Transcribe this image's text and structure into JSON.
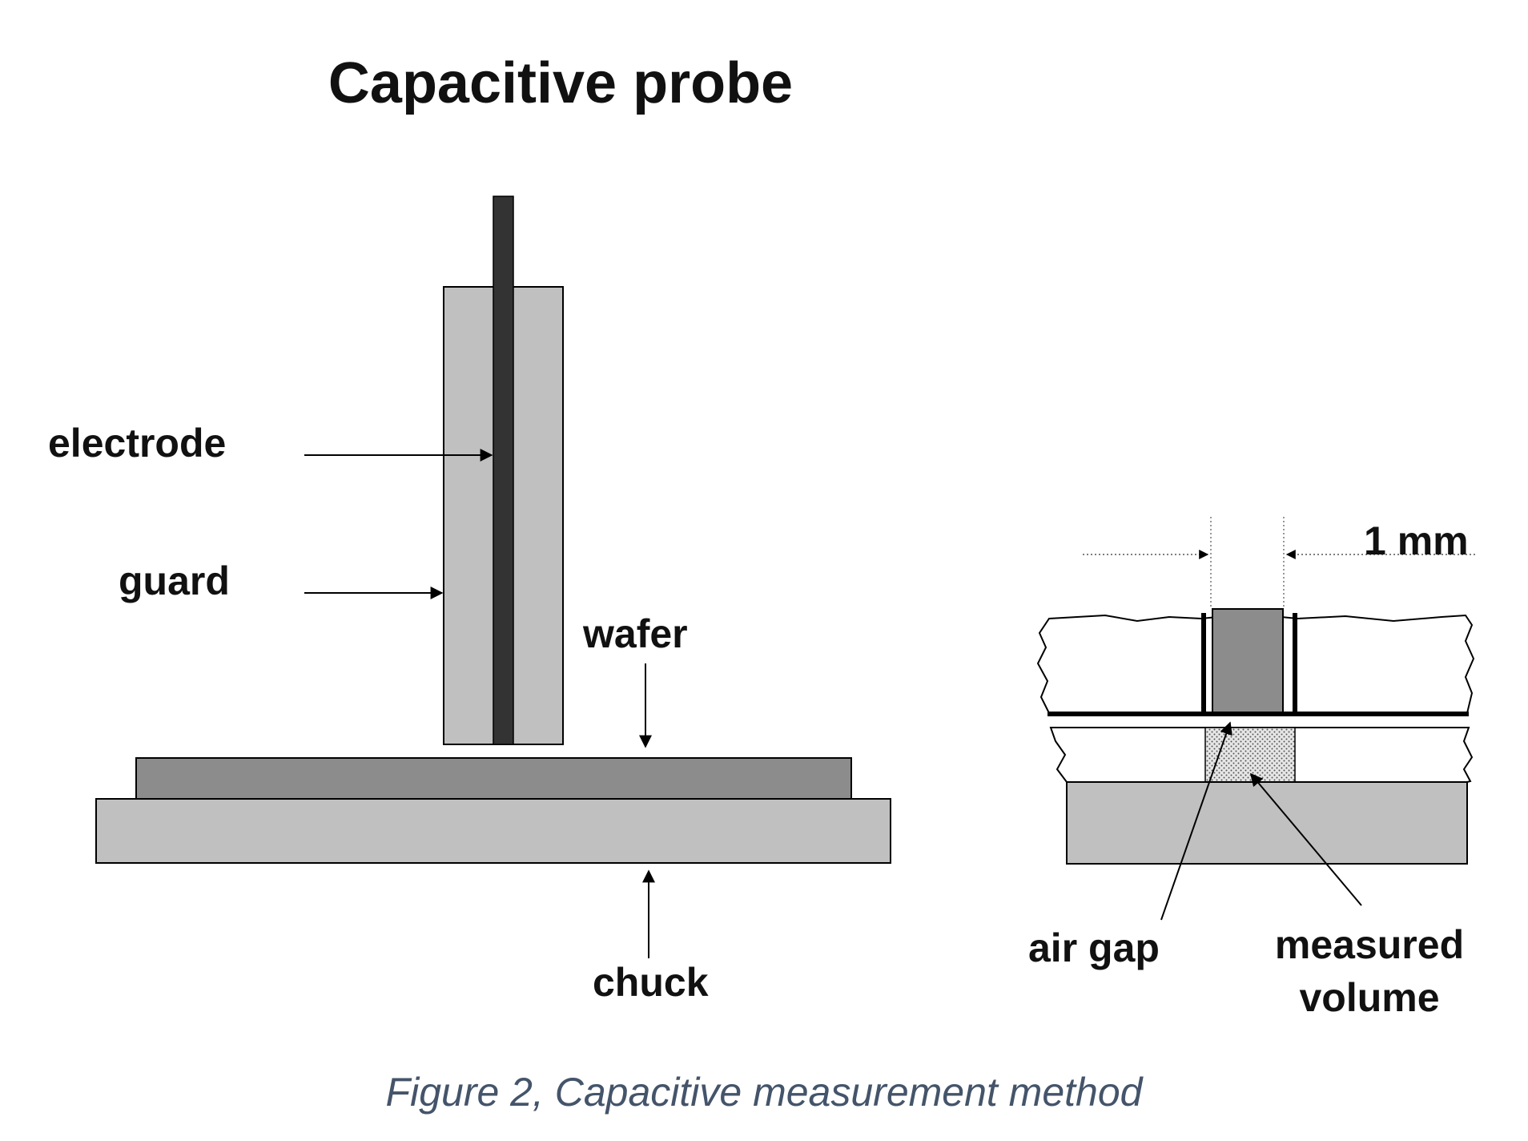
{
  "title": "Capacitive probe",
  "labels": {
    "electrode": "electrode",
    "guard": "guard",
    "wafer": "wafer",
    "chuck": "chuck",
    "dimension": "1 mm",
    "air_gap": "air gap",
    "measured_volume_line1": "measured",
    "measured_volume_line2": "volume"
  },
  "caption": "Figure 2, Capacitive measurement method",
  "colors": {
    "guard_fill": "#c0c0c0",
    "electrode_fill": "#333333",
    "wafer_fill": "#8c8c8c",
    "chuck_fill": "#c0c0c0",
    "measured_volume_fill": "#d8d8d8",
    "caption_color": "#44546a"
  }
}
